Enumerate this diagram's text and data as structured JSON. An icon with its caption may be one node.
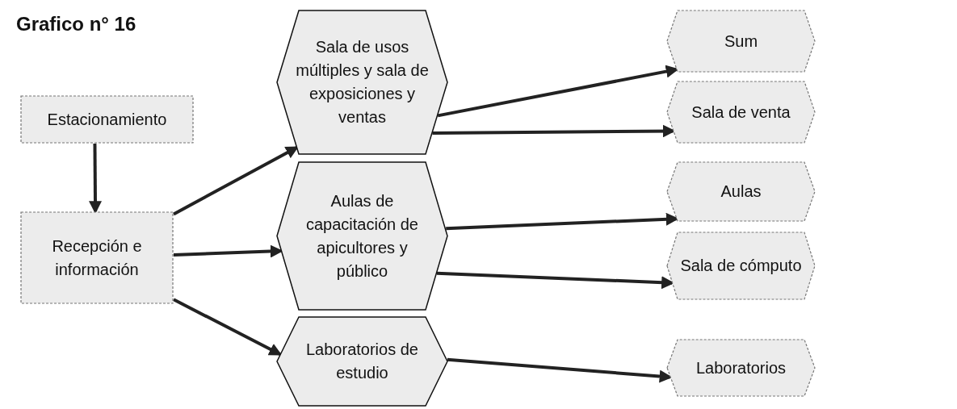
{
  "diagram": {
    "title": "Grafico n° 16",
    "nodes": [
      {
        "text": [
          "Estacionamiento"
        ]
      },
      {
        "text": [
          "Recepción e información"
        ]
      },
      {
        "text": [
          "Sala de usos múltiples y sala de exposiciones y ventas"
        ]
      },
      {
        "text": [
          "Aulas de capacitación de apicultores y público"
        ]
      },
      {
        "text": [
          "Laboratorios de estudio"
        ]
      },
      {
        "text": [
          "Sum"
        ]
      },
      {
        "text": [
          "Sala de venta"
        ]
      },
      {
        "text": [
          "Aulas"
        ]
      },
      {
        "text": [
          "Sala de cómputo"
        ]
      },
      {
        "text": [
          "Laboratorios"
        ]
      }
    ],
    "edges": [
      {
        "from": 0,
        "to": 1,
        "arrow": "to"
      },
      {
        "from": 1,
        "to": 2,
        "arrow": "to"
      },
      {
        "from": 1,
        "to": 3,
        "arrow": "to"
      },
      {
        "from": 1,
        "to": 4,
        "arrow": "to"
      },
      {
        "from": 2,
        "to": 5,
        "arrow": "to"
      },
      {
        "from": 2,
        "to": 6,
        "arrow": "to"
      },
      {
        "from": 3,
        "to": 7,
        "arrow": "to"
      },
      {
        "from": 3,
        "to": 8,
        "arrow": "to"
      },
      {
        "from": 4,
        "to": 9,
        "arrow": "to"
      }
    ]
  }
}
